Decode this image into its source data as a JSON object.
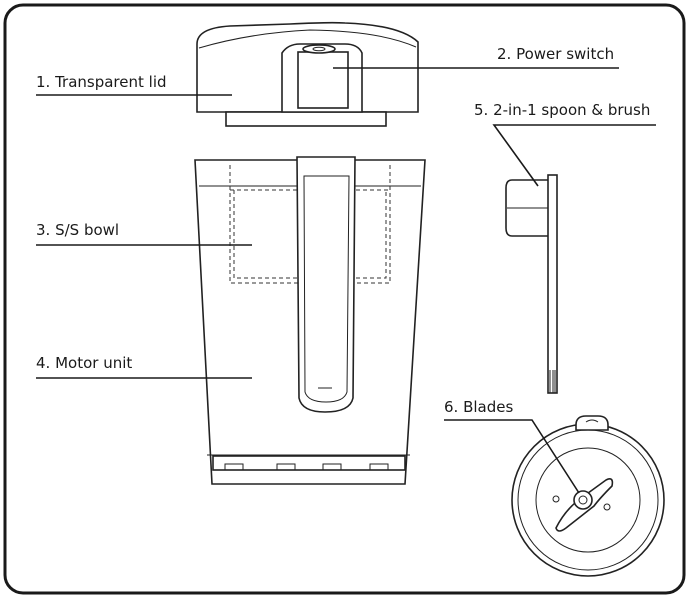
{
  "labels": {
    "lid": "1. Transparent lid",
    "switch": "2. Power switch",
    "bowl": "3. S/S bowl",
    "motor": "4. Motor unit",
    "spoon": "5. 2-in-1 spoon & brush",
    "blades": "6. Blades"
  }
}
